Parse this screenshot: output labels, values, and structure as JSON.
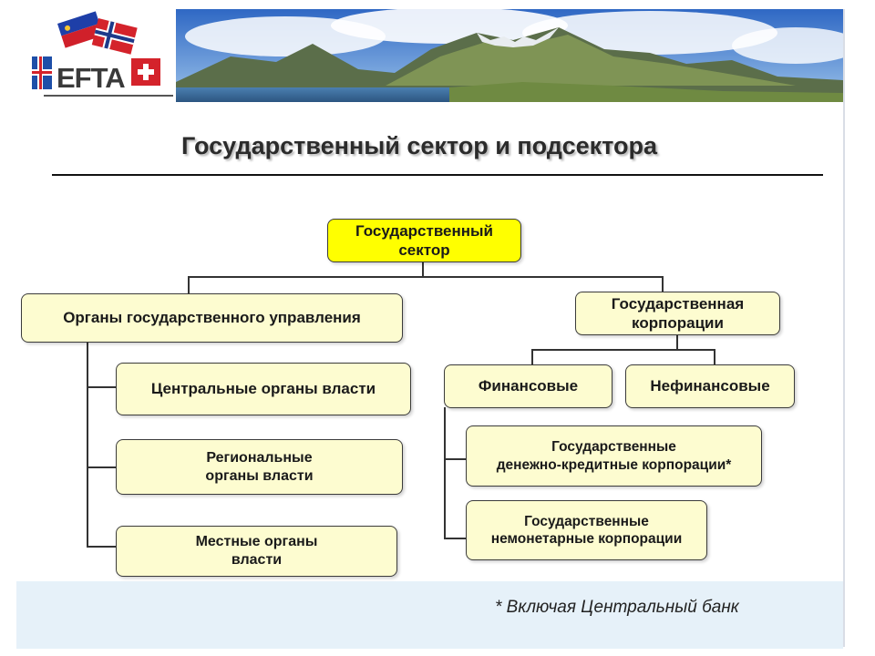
{
  "logo": {
    "text": "EFTA"
  },
  "title": "Государственный сектор и подсектора",
  "diagram": {
    "root": {
      "line1": "Государственный",
      "line2": "сектор"
    },
    "general_government": "Органы государственного управления",
    "central": "Центральные органы власти",
    "regional": {
      "line1": "Региональные",
      "line2": "органы власти"
    },
    "local": {
      "line1": "Местные органы",
      "line2": "власти"
    },
    "corporations": {
      "line1": "Государственная",
      "line2": "корпорации"
    },
    "financial": "Финансовые",
    "nonfinancial": "Нефинансовые",
    "monetary": {
      "line1": "Государственные",
      "line2": "денежно-кредитные корпорации*"
    },
    "nonmonetary": {
      "line1": "Государственные",
      "line2": "немонетарные корпорации"
    }
  },
  "footnote": "* Включая Центральный банк",
  "colors": {
    "box_fill": "#fdfcd0",
    "root_fill": "#ffff00",
    "border": "#3b3b3b"
  }
}
